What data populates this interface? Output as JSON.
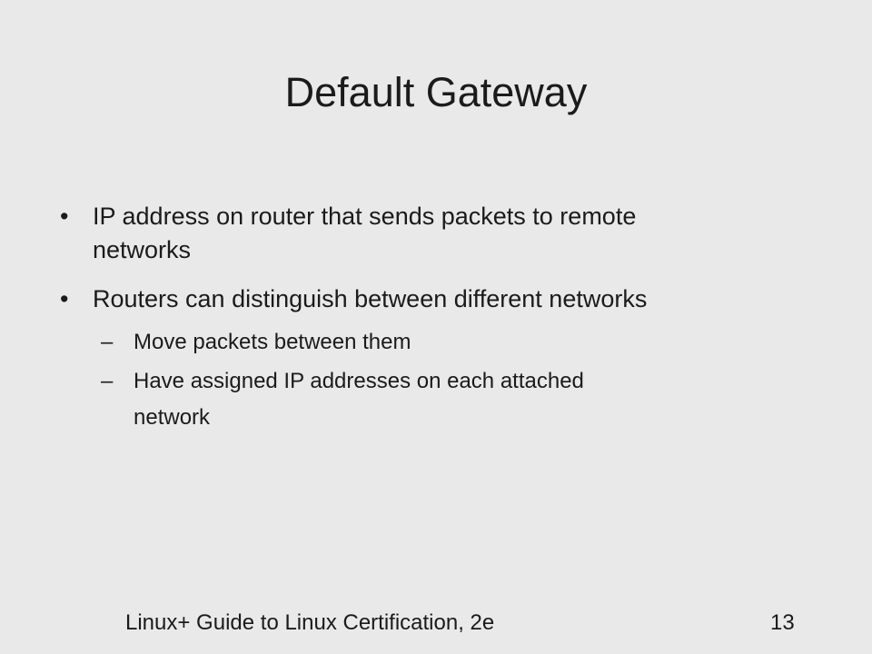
{
  "slide": {
    "title": "Default Gateway",
    "bullet_marker": "•",
    "sub_marker": "–",
    "bullets": [
      {
        "lines": [
          "IP address on router that sends packets to remote",
          "networks"
        ]
      },
      {
        "lines": [
          "Routers can distinguish between different networks"
        ],
        "subs": [
          {
            "lines": [
              "Move packets between them"
            ]
          },
          {
            "lines": [
              "Have assigned IP addresses on each attached",
              "network"
            ]
          }
        ]
      }
    ],
    "footer": {
      "left": "Linux+ Guide to Linux Certification, 2e",
      "page_number": "13"
    }
  }
}
